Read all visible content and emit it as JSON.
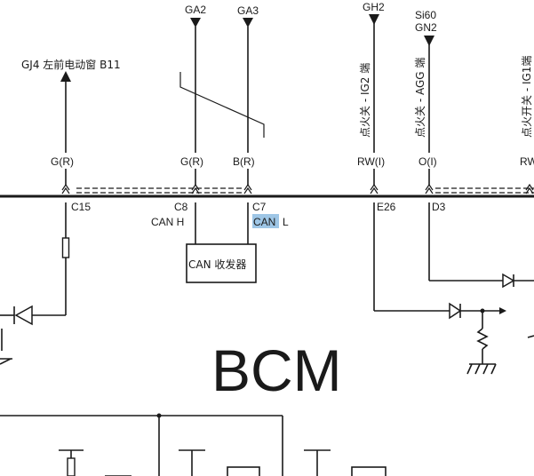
{
  "top_labels": {
    "ga2": "GA2",
    "ga3": "GA3",
    "gh2": "GH2",
    "si60": "Si60",
    "gn2": "GN2",
    "gj4": "GJ4 左前电动窗 B11"
  },
  "vertical_labels": {
    "ig2": "点火关 - IG2 端",
    "agg": "点火关 - AGG 端",
    "ig1": "点火开关 - IG1端"
  },
  "wire_labels": {
    "c15": "G(R)",
    "c8": "G(R)",
    "c7": "B(R)",
    "e26": "RW(I)",
    "d3": "O(I)",
    "edge": "RW"
  },
  "connectors": {
    "c15": "C15",
    "c8": "C8",
    "c7": "C7",
    "e26": "E26",
    "d3": "D3"
  },
  "can": {
    "h_label": "CAN H",
    "l_prefix": "CAN",
    "l_suffix": "L",
    "transceiver": "CAN 收发器"
  },
  "module": {
    "name": "BCM"
  },
  "colors": {
    "line": "#1a1a1a",
    "highlight": "#9ec6e6",
    "background": "#ffffff"
  }
}
